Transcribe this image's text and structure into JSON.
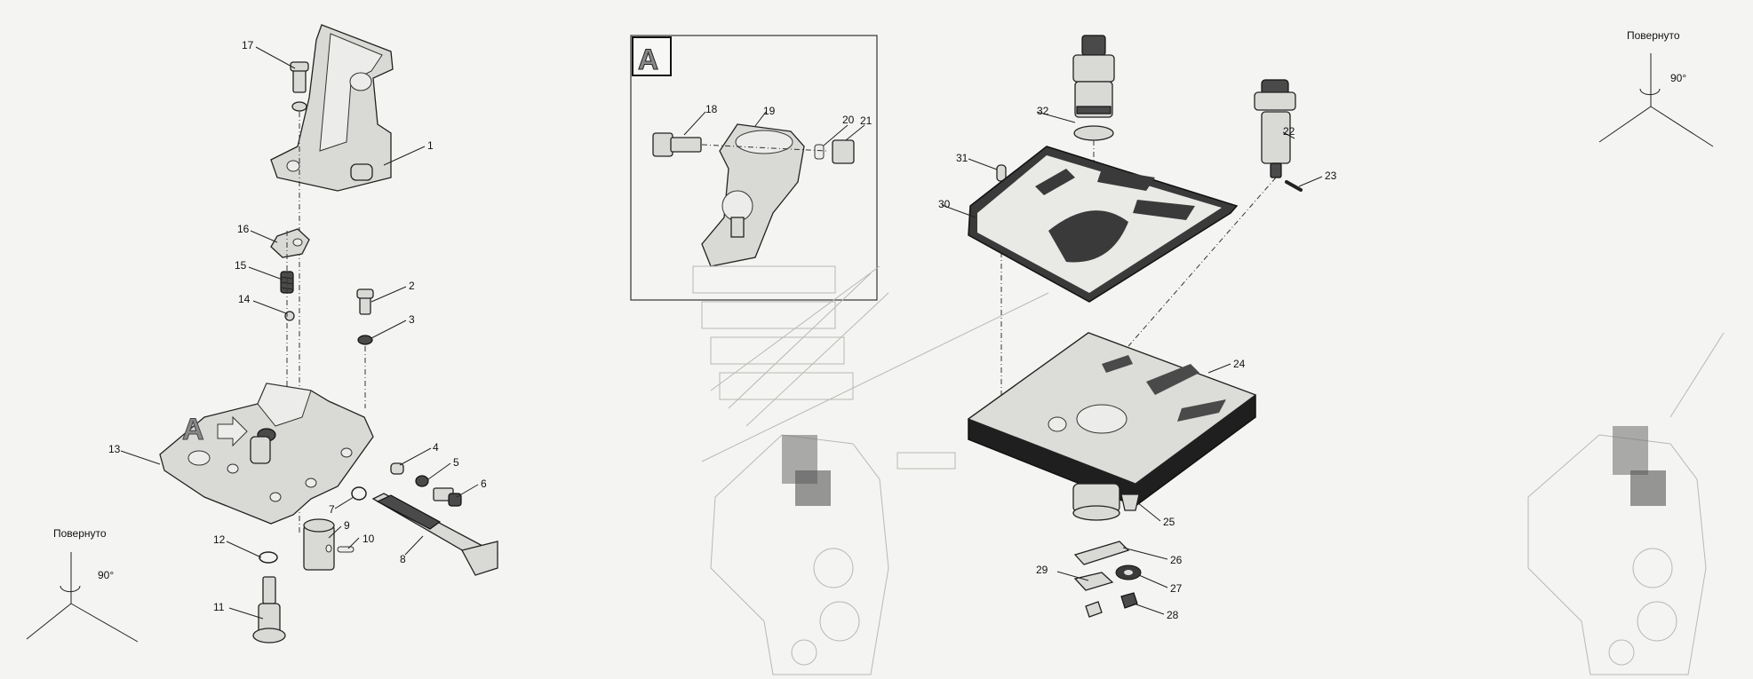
{
  "detail_label": "A",
  "rotation": {
    "text": "Повернуто",
    "angle": "90°"
  },
  "callouts": [
    "1",
    "2",
    "3",
    "4",
    "5",
    "6",
    "7",
    "8",
    "9",
    "10",
    "11",
    "12",
    "13",
    "14",
    "15",
    "16",
    "17",
    "18",
    "19",
    "20",
    "21",
    "22",
    "23",
    "24",
    "25",
    "26",
    "27",
    "28",
    "29",
    "30",
    "31",
    "32"
  ]
}
